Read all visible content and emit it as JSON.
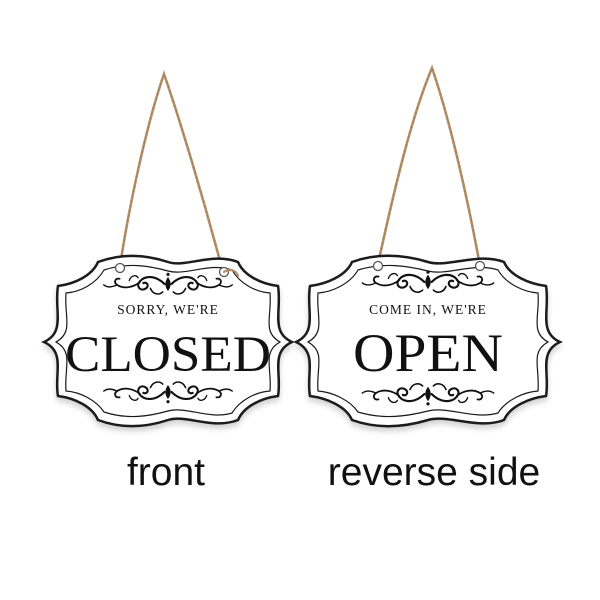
{
  "signs": {
    "front": {
      "subtitle": "SORRY, WE'RE",
      "title": "CLOSED",
      "caption": "front"
    },
    "back": {
      "subtitle": "COME IN, WE'RE",
      "title": "OPEN",
      "caption": "reverse side"
    }
  },
  "colors": {
    "background": "#ffffff",
    "sign_face": "#ffffff",
    "sign_border": "#1a1a1a",
    "ink": "#111111",
    "twine": "#b39068",
    "twine_dark": "#8c6a45"
  },
  "icons": {
    "ornament": "flourish-ornament-icon",
    "hanging_hole": "hanging-hole-icon"
  }
}
